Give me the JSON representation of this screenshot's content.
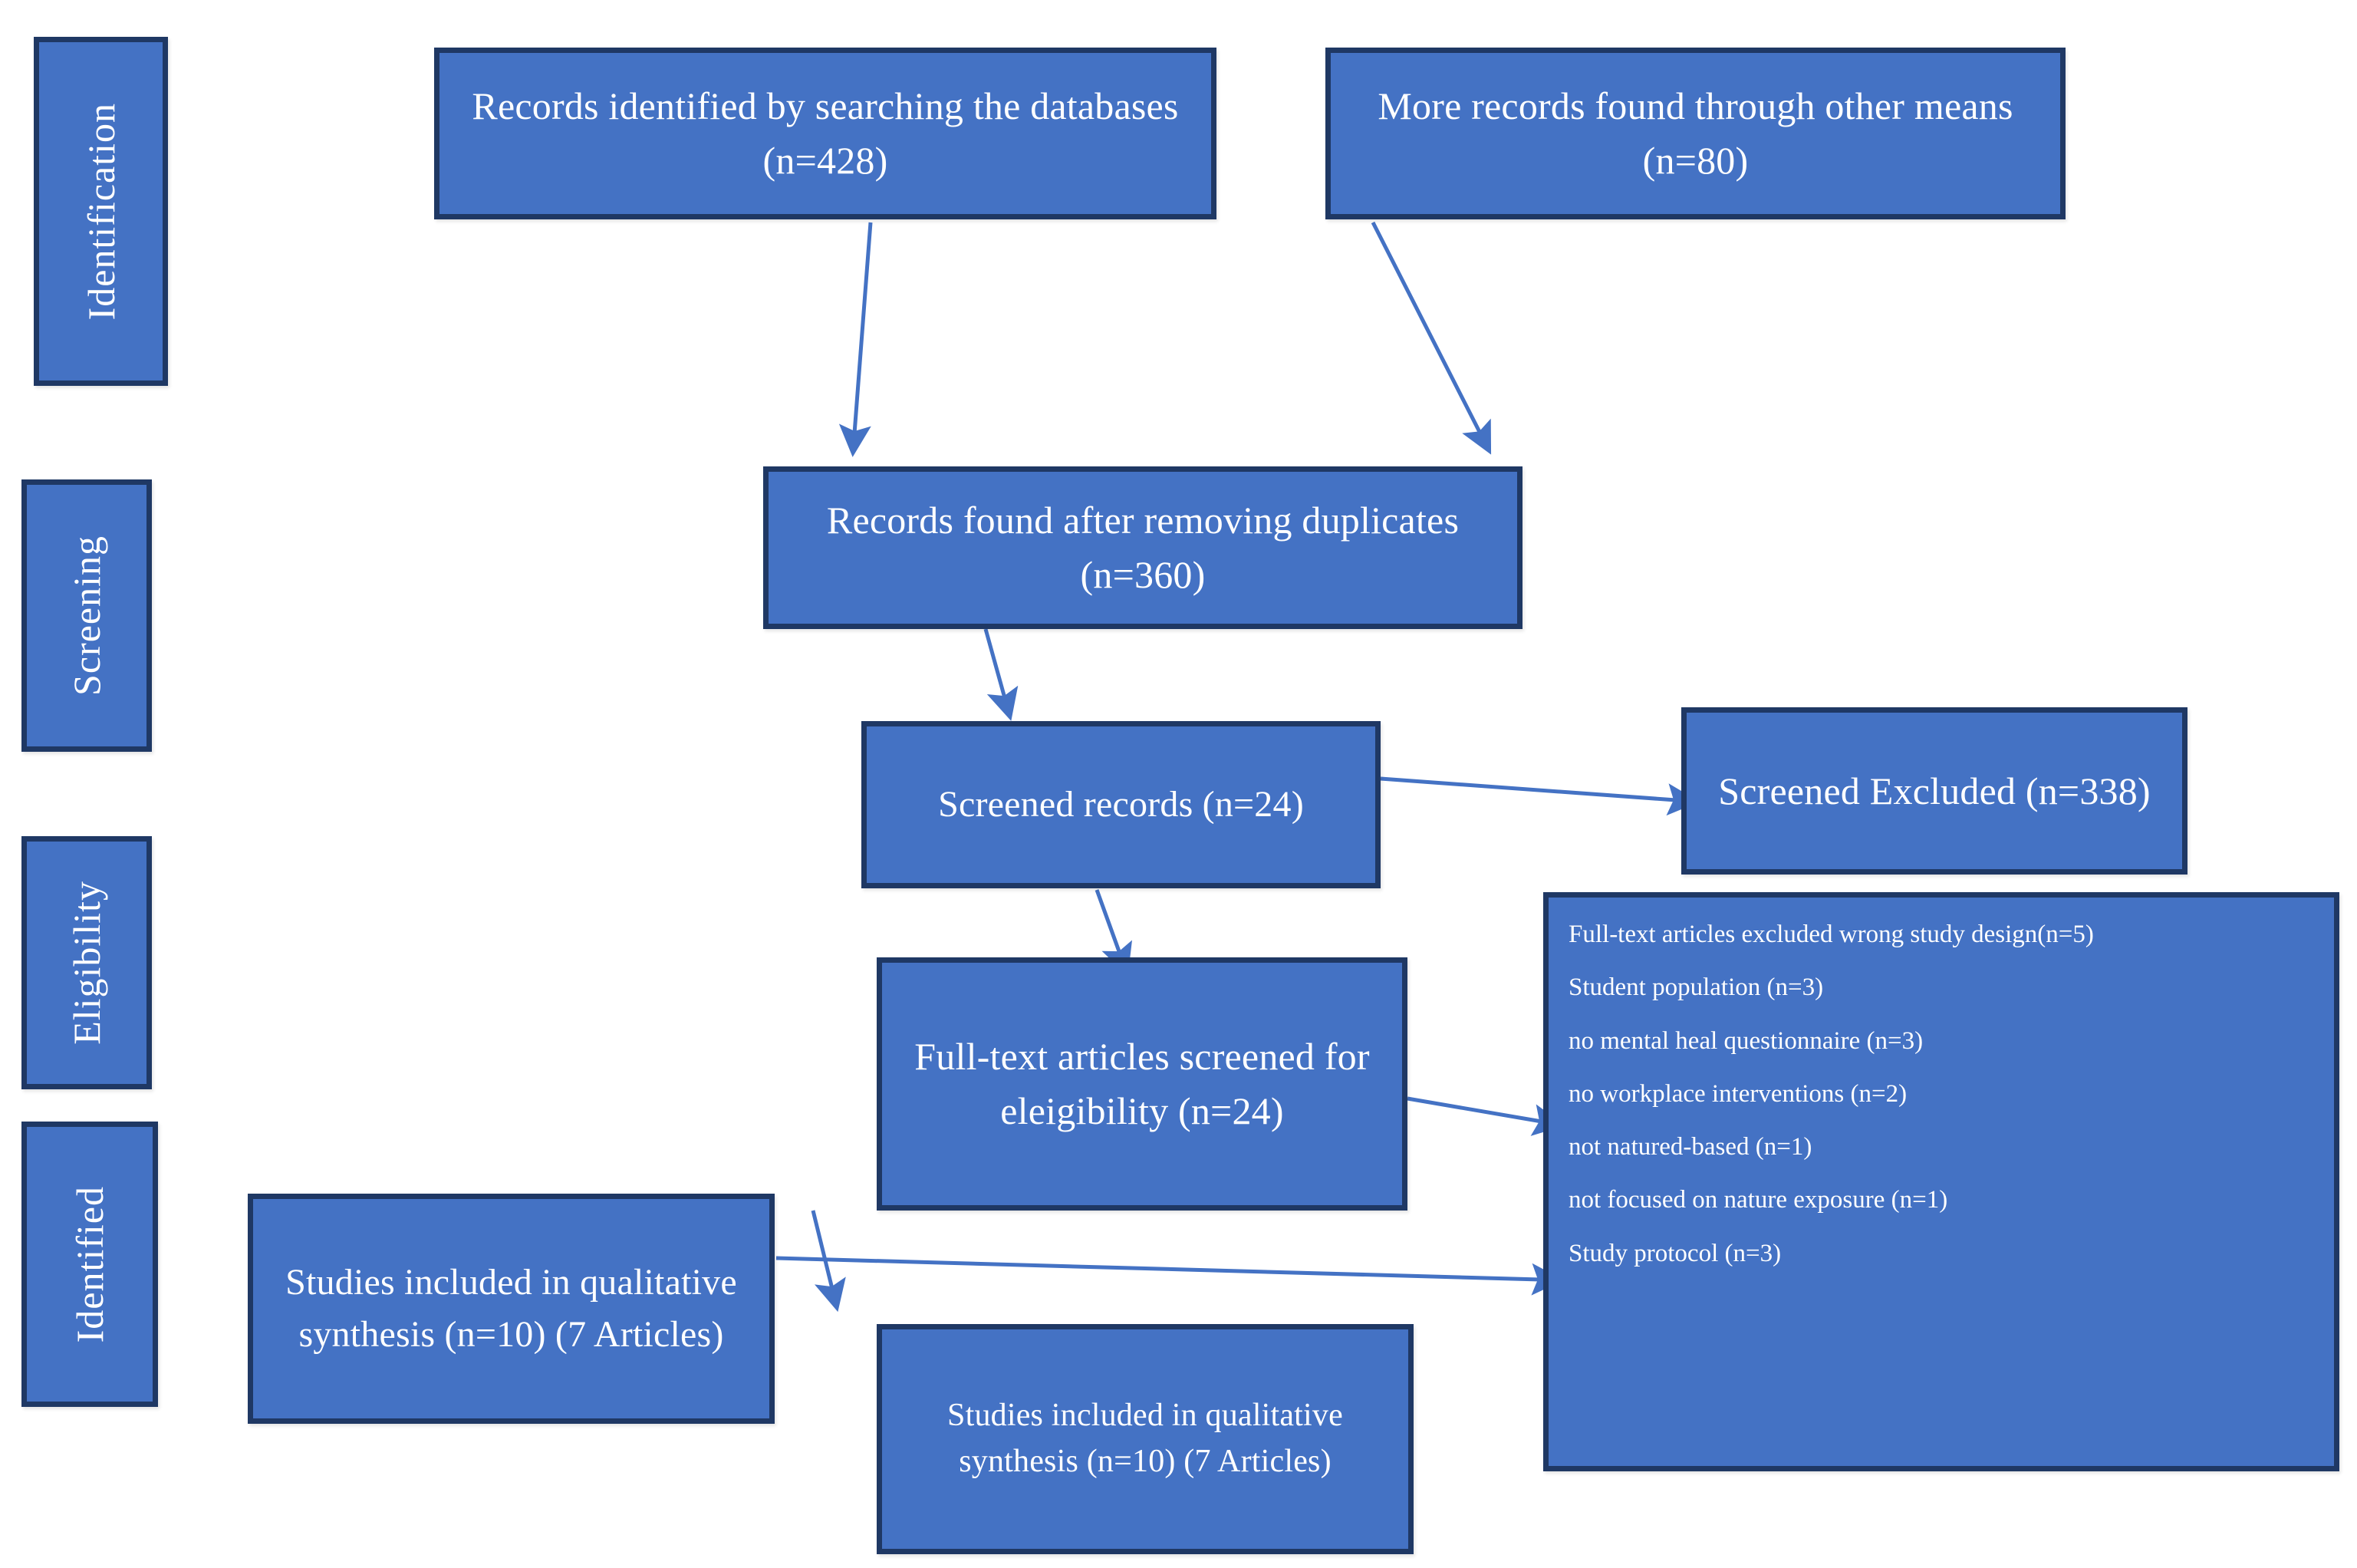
{
  "diagram": {
    "type": "PRISMA flow diagram",
    "accent_color": "#4472C4",
    "border_color": "#1F3864",
    "text_color": "#FFFFFF",
    "background_color": "#FFFFFF"
  },
  "stages": [
    {
      "label": "Identification"
    },
    {
      "label": "Screening"
    },
    {
      "label": "Eligibility"
    },
    {
      "label": "Identified"
    }
  ],
  "nodes": {
    "records_databases": "Records identified by searching the databases (n=428)",
    "records_other": "More records found through other means (n=80)",
    "records_dedup": "Records found after removing duplicates (n=360)",
    "screened_records": "Screened records (n=24)",
    "screened_excluded": "Screened Excluded (n=338)",
    "fulltext_screened": "Full-text articles screened for eleigibility (n=24)",
    "studies_included_left": "Studies included in qualitative synthesis (n=10) (7 Articles)",
    "studies_included_center": "Studies included in qualitative synthesis (n=10) (7 Articles)"
  },
  "exclusion_reasons": [
    "Full-text articles excluded wrong study design(n=5)",
    "Student population (n=3)",
    "no mental heal questionnaire (n=3)",
    "no workplace interventions (n=2)",
    "not natured-based (n=1)",
    "not focused on nature exposure (n=1)",
    "Study protocol (n=3)"
  ],
  "counts": {
    "databases": 428,
    "other_means": 80,
    "after_duplicates": 360,
    "screened": 24,
    "screened_excluded": 338,
    "fulltext_screened": 24,
    "included": 10,
    "included_articles": 7
  }
}
